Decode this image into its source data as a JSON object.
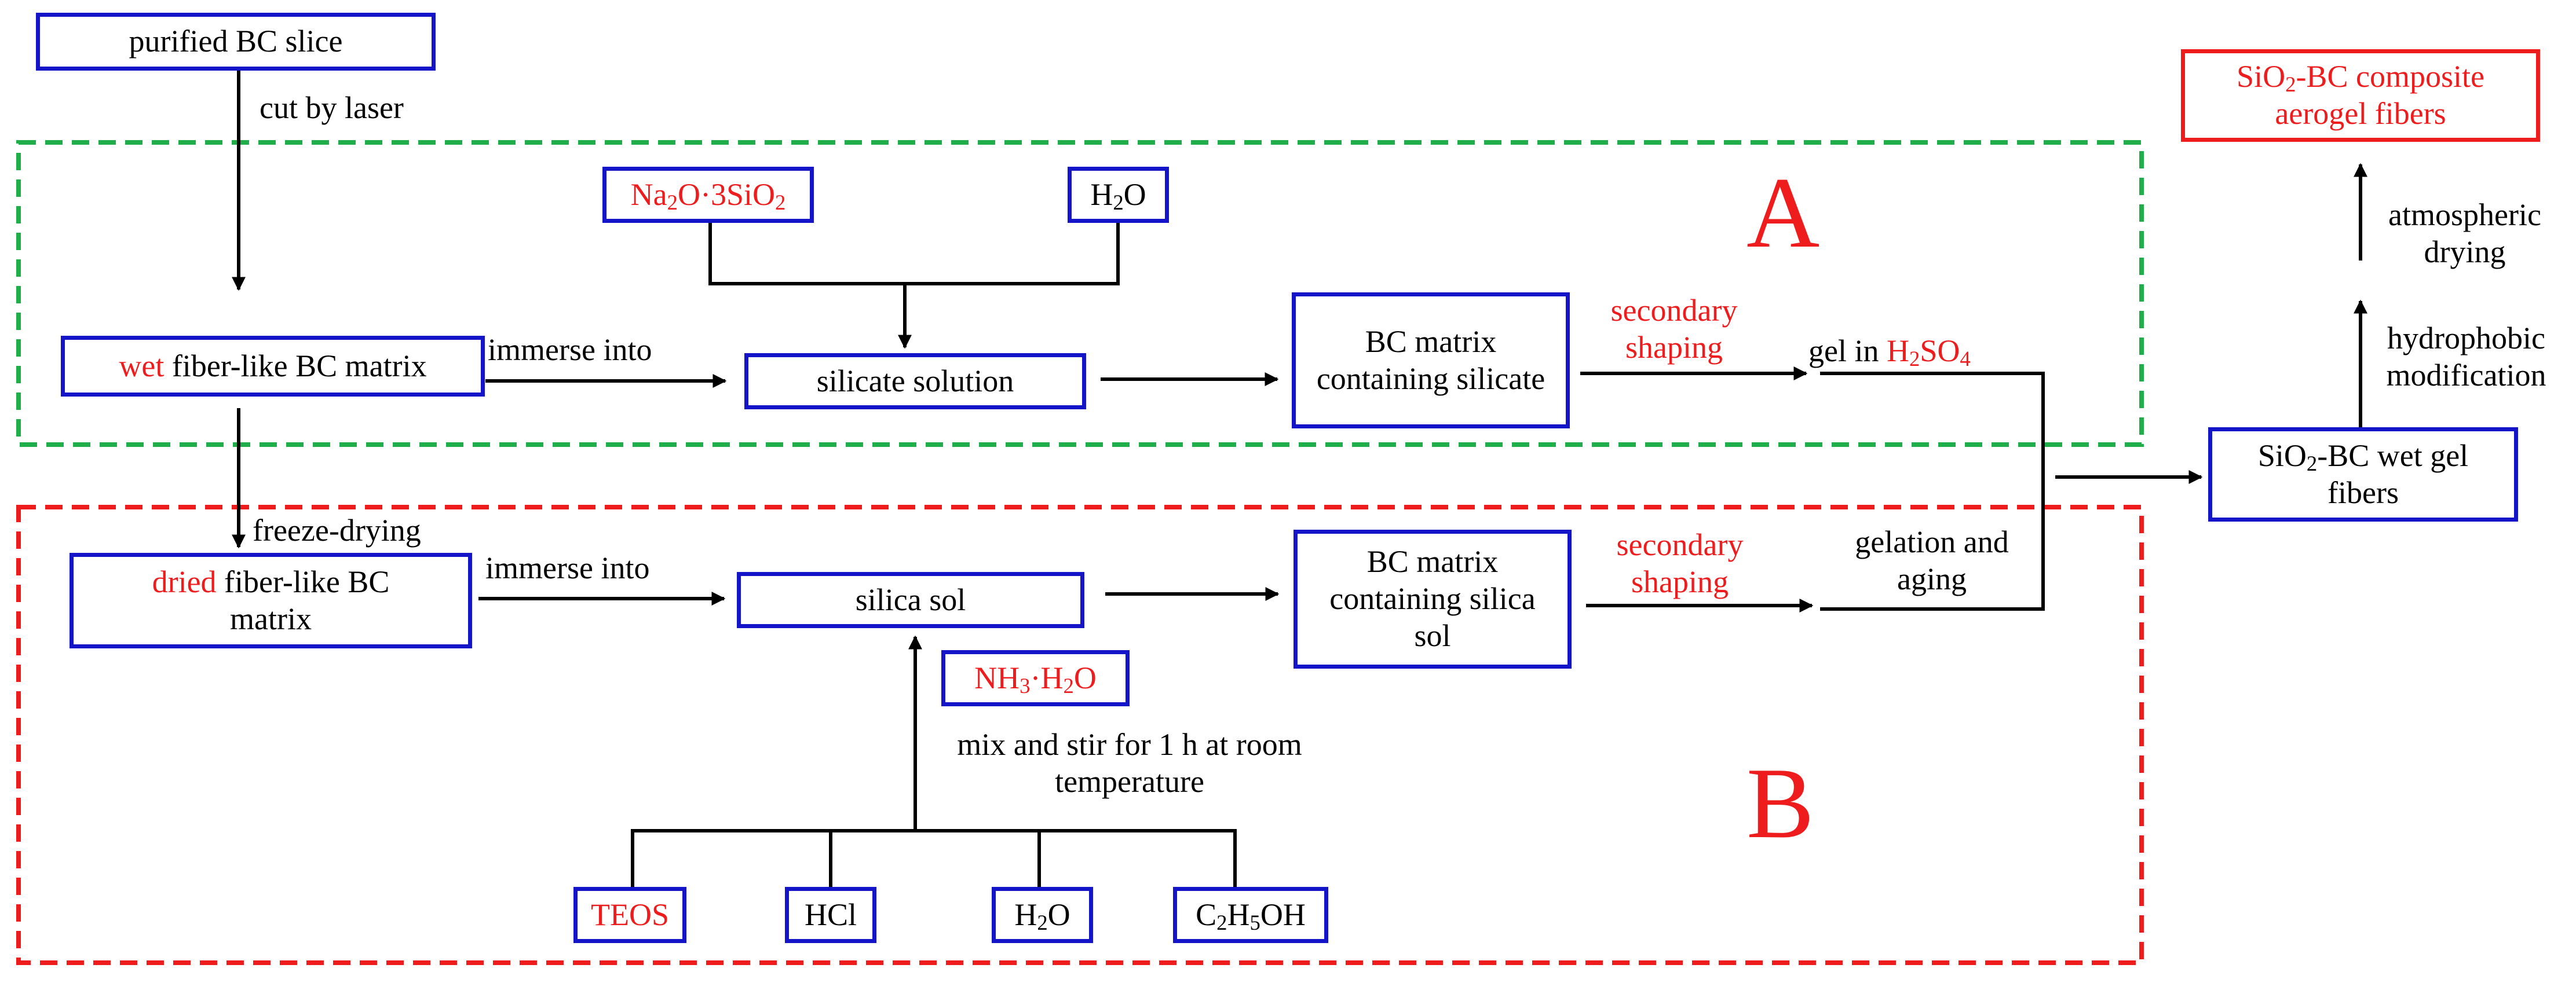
{
  "nodes": {
    "purified": "purified BC slice",
    "wet_matrix": {
      "highlight": "wet",
      "rest": " fiber-like BC matrix"
    },
    "na2o": {
      "a": "Na",
      "a_sub": "2",
      "b": "O·3SiO",
      "b_sub": "2"
    },
    "h2o_a": {
      "a": "H",
      "a_sub": "2",
      "b": "O"
    },
    "silicate_solution": "silicate solution",
    "bc_silicate": "BC matrix containing silicate",
    "final_product": "SiO2-BC composite aerogel fibers",
    "final_product_parts": {
      "a": "SiO",
      "a_sub": "2",
      "b": "-BC composite aerogel fibers"
    },
    "wet_gel": {
      "a": "SiO",
      "a_sub": "2",
      "b": "-BC wet gel fibers"
    },
    "dried_matrix": {
      "highlight": "dried",
      "rest": " fiber-like BC matrix"
    },
    "silica_sol": "silica sol",
    "bc_silica_sol": "BC matrix containing silica sol",
    "nh3": {
      "a": "NH",
      "a_sub": "3",
      "b": "·H",
      "b_sub": "2",
      "c": "O"
    },
    "teos": "TEOS",
    "hcl": "HCl",
    "h2o_b": {
      "a": "H",
      "a_sub": "2",
      "b": "O"
    },
    "c2h5oh": {
      "a": "C",
      "a_sub": "2",
      "b": "H",
      "b_sub": "5",
      "c": "OH"
    }
  },
  "edge_labels": {
    "cut_by_laser": "cut by laser",
    "immerse_a": "immerse into",
    "secondary_shaping_a": "secondary shaping",
    "gel_in": {
      "a": "gel in ",
      "b": "H",
      "b_sub": "2",
      "c": "SO",
      "c_sub": "4"
    },
    "freeze_drying": "freeze-drying",
    "immerse_b": "immerse into",
    "secondary_shaping_b": "secondary shaping",
    "gelation": "gelation and aging",
    "mix_stir": "mix and stir for 1 h at room temperature",
    "atmospheric_drying": "atmospheric drying",
    "hydrophobic": "hydrophobic modification"
  },
  "regions": {
    "a": "A",
    "b": "B"
  },
  "colors": {
    "box_border": "#1414c8",
    "highlight": "#ee1c1c",
    "region_a": "#1fae4a",
    "region_b": "#ee1c1c"
  }
}
